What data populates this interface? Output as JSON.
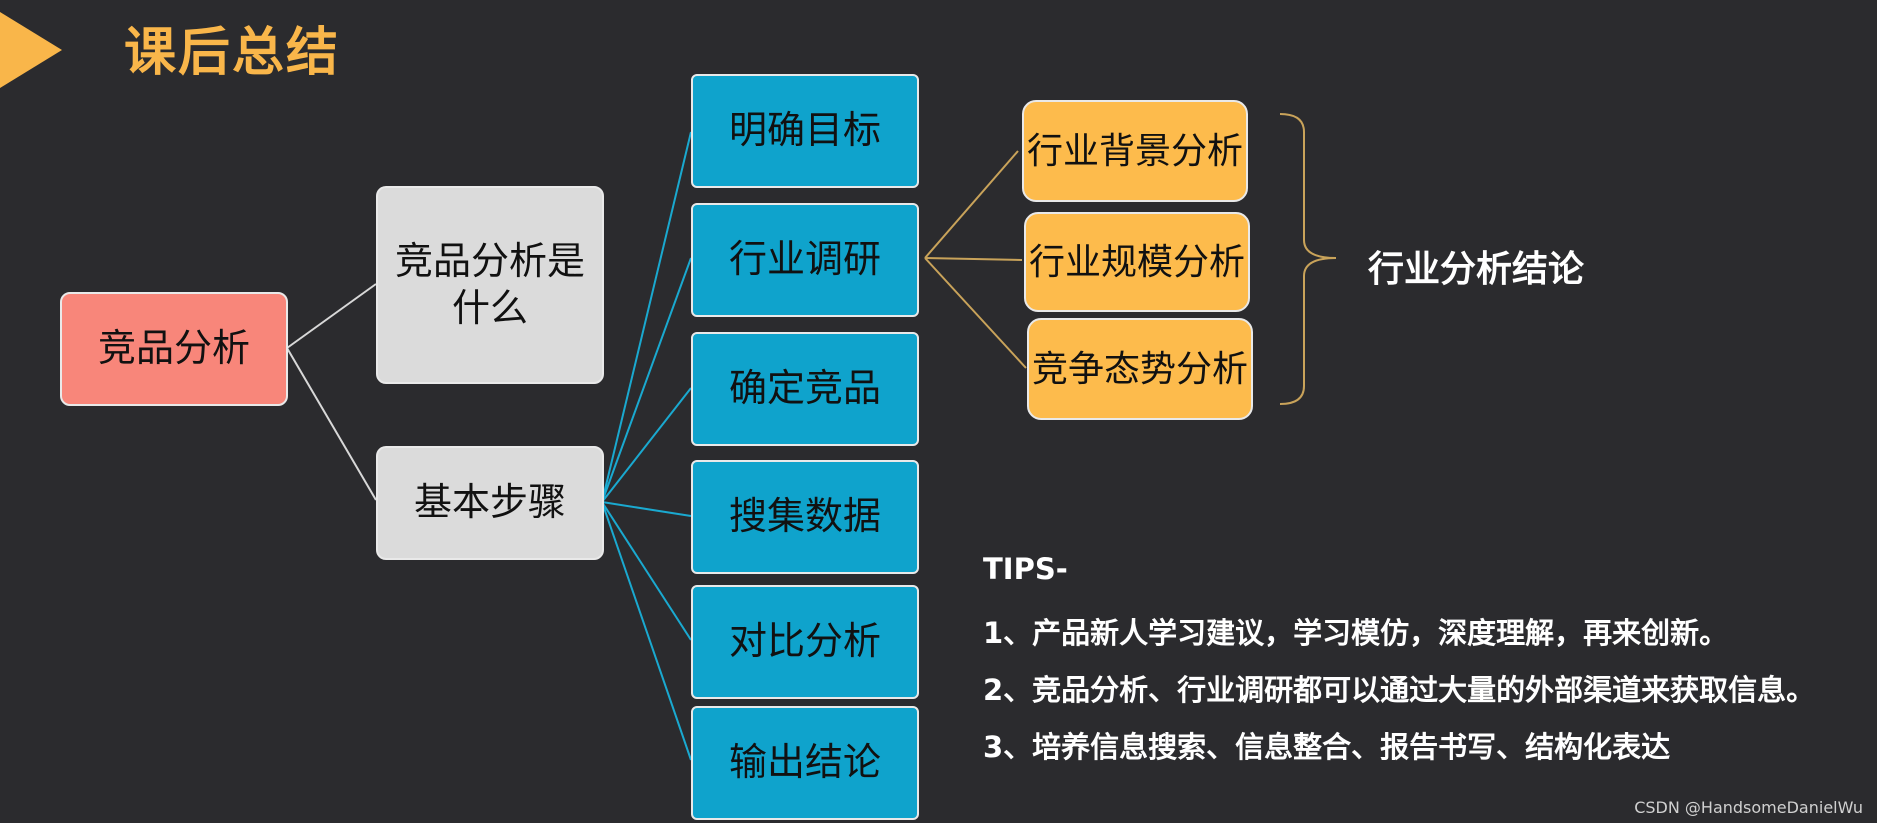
{
  "slide": {
    "title": "课后总结",
    "credit": "CSDN @HandsomeDanielWu"
  },
  "diagram": {
    "root": "竞品分析",
    "level1": [
      "竞品分析是什么",
      "基本步骤"
    ],
    "steps": [
      "明确目标",
      "行业调研",
      "确定竞品",
      "搜集数据",
      "对比分析",
      "输出结论"
    ],
    "industry_sub": [
      "行业背景分析",
      "行业规模分析",
      "竞争态势分析"
    ],
    "industry_conclusion": "行业分析结论"
  },
  "tips": {
    "heading": "TIPS-",
    "items": [
      "1、产品新人学习建议，学习模仿，深度理解，再来创新。",
      "2、竞品分析、行业调研都可以通过大量的外部渠道来获取信息。",
      "3、培养信息搜索、信息整合、报告书写、结构化表达"
    ]
  },
  "colors": {
    "background": "#2b2b2e",
    "accent": "#f9b64a",
    "root": "#f8867a",
    "grey_node": "#dbdbdb",
    "blue_node": "#0fa3cc",
    "orange_node": "#fdbb4c"
  }
}
